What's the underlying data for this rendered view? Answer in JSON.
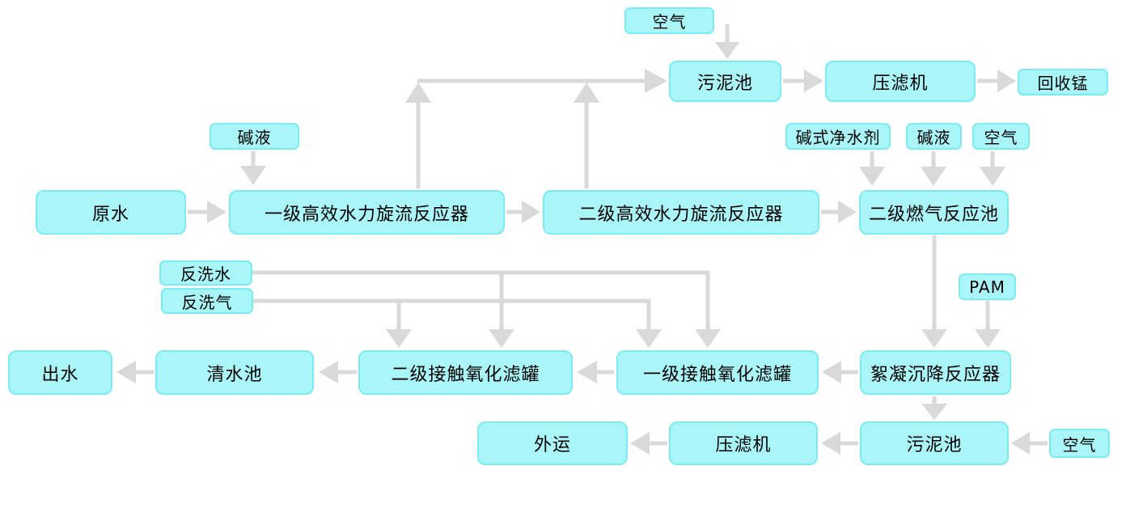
{
  "diagram": {
    "colors": {
      "node-fill": "#a9f5f7",
      "node-border": "#79edf2",
      "arrow": "#d9d9d9",
      "text": "#000000",
      "bg": "#ffffff"
    },
    "nodes": {
      "air_top": {
        "label": "空气"
      },
      "sludge_pool_top": {
        "label": "污泥池"
      },
      "filter_press_top": {
        "label": "压滤机"
      },
      "recover_manganese": {
        "label": "回收锰"
      },
      "lye_1": {
        "label": "碱液"
      },
      "raw_water": {
        "label": "原水"
      },
      "cyclone_reactor_1": {
        "label": "一级高效水力旋流反应器"
      },
      "cyclone_reactor_2": {
        "label": "二级高效水力旋流反应器"
      },
      "basic_purifier": {
        "label": "碱式净水剂"
      },
      "lye_2": {
        "label": "碱液"
      },
      "air_2": {
        "label": "空气"
      },
      "gas_reaction_pool": {
        "label": "二级燃气反应池"
      },
      "backwash_water": {
        "label": "反洗水"
      },
      "backwash_air": {
        "label": "反洗气"
      },
      "pam": {
        "label": "PAM"
      },
      "outlet_water": {
        "label": "出水"
      },
      "clear_water_pool": {
        "label": "清水池"
      },
      "contact_filter_2": {
        "label": "二级接触氧化滤罐"
      },
      "contact_filter_1": {
        "label": "一级接触氧化滤罐"
      },
      "flocculation_reactor": {
        "label": "絮凝沉降反应器"
      },
      "outbound_transport": {
        "label": "外运"
      },
      "filter_press_bottom": {
        "label": "压滤机"
      },
      "sludge_pool_bottom": {
        "label": "污泥池"
      },
      "air_bottom": {
        "label": "空气"
      }
    },
    "edges": [
      {
        "from": "air_top",
        "to": "sludge_pool_top"
      },
      {
        "from": "cyclone_reactor_1",
        "to": "sludge_pool_top"
      },
      {
        "from": "cyclone_reactor_2",
        "to": "sludge_pool_top"
      },
      {
        "from": "sludge_pool_top",
        "to": "filter_press_top"
      },
      {
        "from": "filter_press_top",
        "to": "recover_manganese"
      },
      {
        "from": "lye_1",
        "to": "cyclone_reactor_1"
      },
      {
        "from": "raw_water",
        "to": "cyclone_reactor_1"
      },
      {
        "from": "cyclone_reactor_1",
        "to": "cyclone_reactor_2"
      },
      {
        "from": "cyclone_reactor_2",
        "to": "gas_reaction_pool"
      },
      {
        "from": "basic_purifier",
        "to": "gas_reaction_pool"
      },
      {
        "from": "lye_2",
        "to": "gas_reaction_pool"
      },
      {
        "from": "air_2",
        "to": "gas_reaction_pool"
      },
      {
        "from": "gas_reaction_pool",
        "to": "flocculation_reactor"
      },
      {
        "from": "pam",
        "to": "flocculation_reactor"
      },
      {
        "from": "backwash_water",
        "to": "contact_filter_2"
      },
      {
        "from": "backwash_water",
        "to": "contact_filter_1"
      },
      {
        "from": "backwash_air",
        "to": "contact_filter_2"
      },
      {
        "from": "backwash_air",
        "to": "contact_filter_1"
      },
      {
        "from": "flocculation_reactor",
        "to": "contact_filter_1"
      },
      {
        "from": "contact_filter_1",
        "to": "contact_filter_2"
      },
      {
        "from": "contact_filter_2",
        "to": "clear_water_pool"
      },
      {
        "from": "clear_water_pool",
        "to": "outlet_water"
      },
      {
        "from": "flocculation_reactor",
        "to": "sludge_pool_bottom"
      },
      {
        "from": "air_bottom",
        "to": "sludge_pool_bottom"
      },
      {
        "from": "sludge_pool_bottom",
        "to": "filter_press_bottom"
      },
      {
        "from": "filter_press_bottom",
        "to": "outbound_transport"
      }
    ]
  }
}
